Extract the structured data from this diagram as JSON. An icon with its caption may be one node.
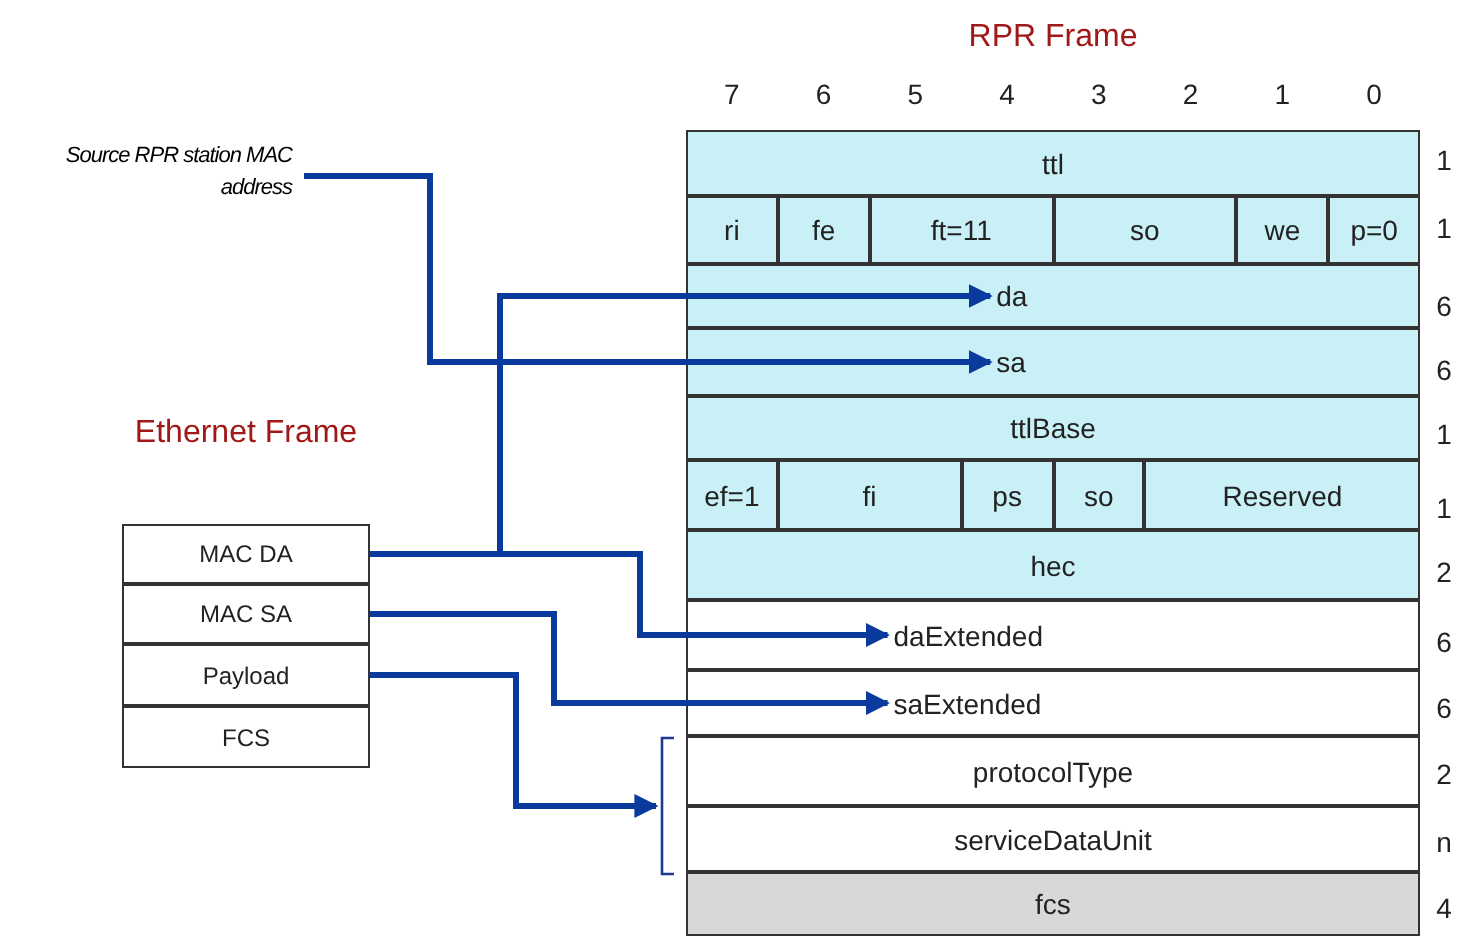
{
  "diagram": {
    "nodes": [
      {
        "text": [
          "RPR Frame"
        ]
      },
      {
        "text": [
          "ttl"
        ],
        "in": 0
      },
      {
        "text": [
          "ri"
        ],
        "in": 0
      },
      {
        "text": [
          "fe"
        ],
        "in": 0
      },
      {
        "text": [
          "ft=11"
        ],
        "in": 0
      },
      {
        "text": [
          "so"
        ],
        "in": 0
      },
      {
        "text": [
          "we"
        ],
        "in": 0
      },
      {
        "text": [
          "p=0"
        ],
        "in": 0
      },
      {
        "text": [
          "da"
        ],
        "in": 0
      },
      {
        "text": [
          "sa"
        ],
        "in": 0
      },
      {
        "text": [
          "ttlBase"
        ],
        "in": 0
      },
      {
        "text": [
          "ef=1"
        ],
        "in": 0
      },
      {
        "text": [
          "fi"
        ],
        "in": 0
      },
      {
        "text": [
          "ps"
        ],
        "in": 0
      },
      {
        "text": [
          "so"
        ],
        "in": 0
      },
      {
        "text": [
          "Reserved"
        ],
        "in": 0
      },
      {
        "text": [
          "hec"
        ],
        "in": 0
      },
      {
        "text": [
          "daExtended"
        ],
        "in": 0
      },
      {
        "text": [
          "saExtended"
        ],
        "in": 0
      },
      {
        "text": [
          "protocolType"
        ],
        "in": 0
      },
      {
        "text": [
          "serviceDataUnit"
        ],
        "in": 0
      },
      {
        "text": [
          "fcs"
        ],
        "in": 0
      },
      {
        "text": [
          "Source RPR station MAC address"
        ]
      },
      {
        "text": [
          "Ethernet Frame"
        ]
      },
      {
        "text": [
          "MAC DA"
        ],
        "in": 23
      },
      {
        "text": [
          "MAC SA"
        ],
        "in": 23
      },
      {
        "text": [
          "Payload"
        ],
        "in": 23
      },
      {
        "text": [
          "FCS"
        ],
        "in": 23
      },
      {
        "text": [],
        "shape": "bracket"
      }
    ],
    "edges": [
      {
        "from": 24,
        "to": 8,
        "arrow": "to"
      },
      {
        "from": 22,
        "to": 9,
        "arrow": "to"
      },
      {
        "from": 24,
        "to": 17,
        "arrow": "to"
      },
      {
        "from": 25,
        "to": 18,
        "arrow": "to"
      },
      {
        "from": 26,
        "to": 28,
        "arrow": "to"
      }
    ],
    "labels": [
      "7",
      "6",
      "5",
      "4",
      "3",
      "2",
      "1",
      "0",
      "1",
      "1",
      "6",
      "6",
      "1",
      "1",
      "2",
      "6",
      "6",
      "2",
      "n",
      "4"
    ]
  }
}
